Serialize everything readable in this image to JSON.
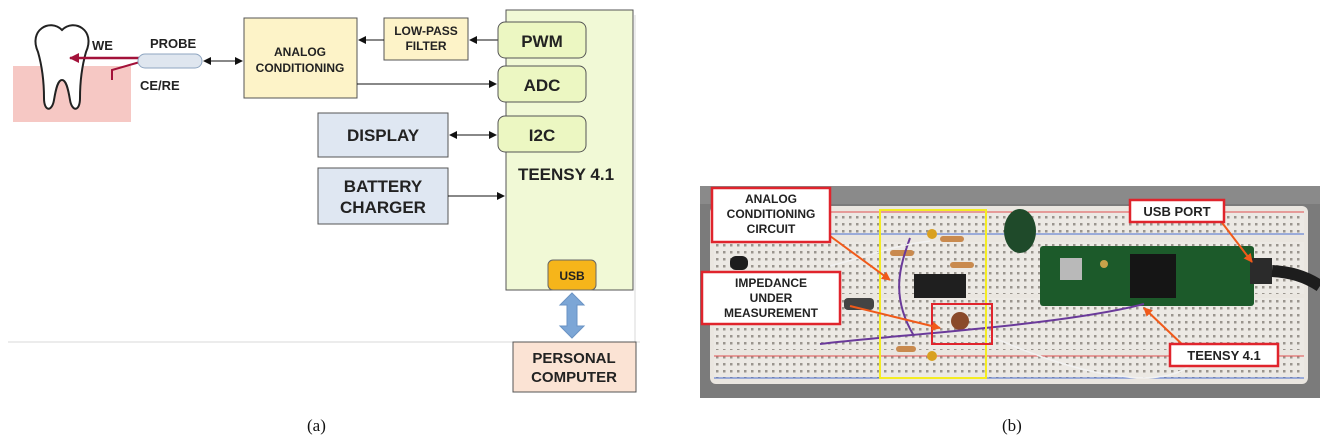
{
  "panel_a": {
    "caption": "(a)",
    "blocks": {
      "low_pass_filter": [
        "LOW-PASS",
        "FILTER"
      ],
      "analog_conditioning": [
        "ANALOG",
        "CONDITIONING"
      ],
      "pwm": "PWM",
      "adc": "ADC",
      "i2c": "I2C",
      "display": "DISPLAY",
      "battery_charger": [
        "BATTERY",
        "CHARGER"
      ],
      "teensy": "TEENSY 4.1",
      "usb": "USB",
      "personal_computer": [
        "PERSONAL",
        "COMPUTER"
      ]
    },
    "labels": {
      "we": "WE",
      "probe": "PROBE",
      "ce_re": "CE/RE"
    },
    "colors": {
      "yellow_block": "#fdf3c8",
      "green_block": "#ecf7c2",
      "teensy_body": "#f1f9d6",
      "blue_block": "#dfe7f2",
      "usb": "#f6b51a",
      "pc": "#fbe3d4",
      "gum": "#f6c8c4",
      "we_arrow": "#a3123a",
      "usb_arrow": "#7ca6d6"
    }
  },
  "panel_b": {
    "caption": "(b)",
    "callouts": {
      "analog_conditioning": [
        "ANALOG",
        "CONDITIONING",
        "CIRCUIT"
      ],
      "usb_port": "USB PORT",
      "impedance": [
        "IMPEDANCE",
        "UNDER",
        "MEASUREMENT"
      ],
      "teensy": "TEENSY 4.1"
    },
    "colors": {
      "callout_border": "#e0242c",
      "callout_arrow": "#f05a1a",
      "highlight_box": "#f4ec22",
      "breadboard": "#eae6e0",
      "teensy_pcb": "#1c5a2a"
    }
  }
}
